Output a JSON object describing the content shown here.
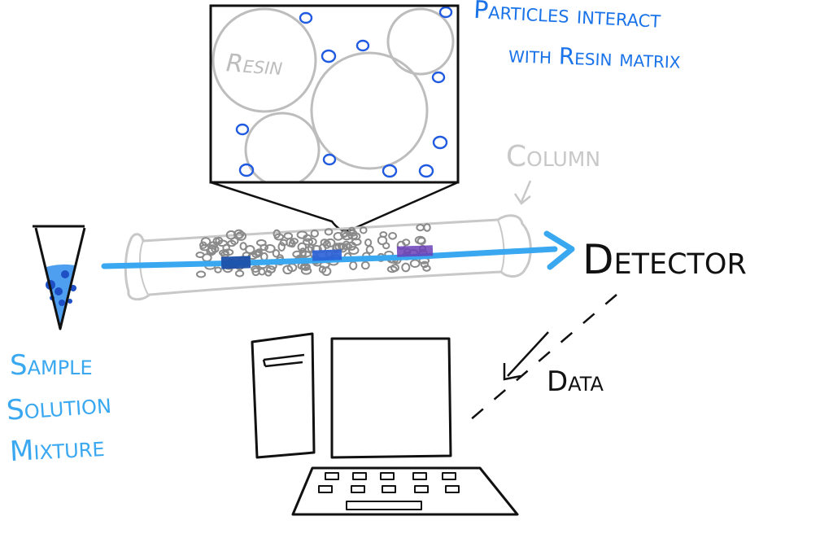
{
  "labels": {
    "particles_line1": "Particles interact",
    "particles_line2": "with Resin matrix",
    "resin": "Resin",
    "column": "Column",
    "detector": "Detector",
    "data": "Data",
    "sample_line1": "Sample",
    "sample_line2": "Solution",
    "sample_line3": "Mixture"
  },
  "colors": {
    "ink": "#111111",
    "blue_text": "#1a73e8",
    "flow_arrow": "#3aa8f0",
    "resin_circle": "#bdbdbd",
    "particle": "#1f5ae0",
    "column_outline": "#c8c8c8",
    "beads": "#8a8a8a",
    "band_1": "#1b4fa8",
    "band_2": "#2a5fd6",
    "band_3": "#6a3fb8",
    "tube_liquid": "#4f9ff0",
    "tube_dot": "#1e4fc4"
  },
  "icons": {
    "computer_tower": "computer-tower-icon",
    "monitor": "monitor-icon",
    "keyboard": "keyboard-icon",
    "sample_tube": "test-tube-icon"
  }
}
